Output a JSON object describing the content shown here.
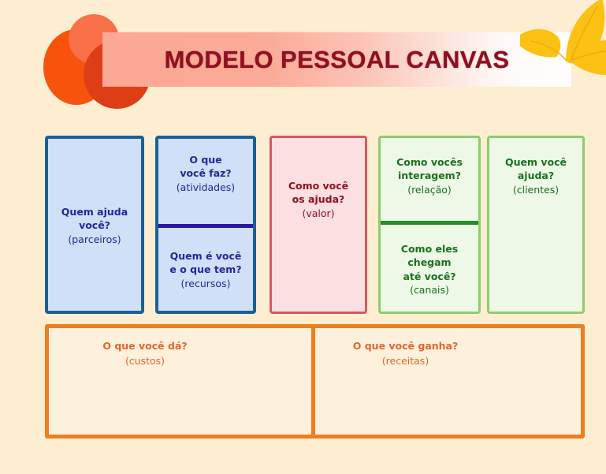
{
  "page": {
    "background_color": "#fdeed2",
    "title": "MODELO PESSOAL CANVAS",
    "title_color": "#8f1020"
  },
  "decor": {
    "circles": [
      {
        "name": "circle-orange-left",
        "color": "#f8530d"
      },
      {
        "name": "circle-salmon-top",
        "color": "#fa7049"
      },
      {
        "name": "circle-red-bottom",
        "color": "#de3e16"
      }
    ],
    "leaf_color": "#fbc113",
    "band_gradient_start": "#fba894",
    "band_gradient_end": "#fffdfc"
  },
  "canvas": {
    "blocks": [
      {
        "id": "parceiros",
        "question": "Quem ajuda",
        "question2": "você?",
        "keyword": "(parceiros)",
        "text_color": "#27249e",
        "fill": "#cfe0f8",
        "border": "#1c5f97"
      },
      {
        "id": "atividades",
        "question": "O que",
        "question2": "você faz?",
        "keyword": "(atividades)",
        "text_color": "#27249e",
        "fill": "#cfe0f8",
        "border": "#1c5f97"
      },
      {
        "id": "recursos",
        "question": "Quem é você",
        "question2": "e o que tem?",
        "keyword": "(recursos)",
        "text_color": "#27249e",
        "fill": "#cfe0f8",
        "border": "#1c5f97"
      },
      {
        "id": "valor",
        "question": "Como você",
        "question2": "os ajuda?",
        "keyword": "(valor)",
        "text_color": "#8f1020",
        "fill": "#fcdfe1",
        "border": "#d9575e"
      },
      {
        "id": "relacao",
        "question": "Como vocês",
        "question2": "interagem?",
        "keyword": "(relação)",
        "text_color": "#18711f",
        "fill": "#eef8e6",
        "border": "#8fcb6e"
      },
      {
        "id": "canais",
        "question": "Como eles",
        "question2": "chegam",
        "question3": "até você?",
        "keyword": "(canais)",
        "text_color": "#18711f",
        "fill": "#eef8e6",
        "border": "#8fcb6e"
      },
      {
        "id": "clientes",
        "question": "Quem você",
        "question2": "ajuda?",
        "keyword": "(clientes)",
        "text_color": "#18711f",
        "fill": "#eef8e6",
        "border": "#8fcb6e"
      }
    ],
    "bottom": {
      "border": "#f07e1b",
      "fill": "#fdf1de",
      "text_color": "#e2662b",
      "left": {
        "question": "O que você dá?",
        "keyword": "(custos)"
      },
      "right": {
        "question": "O que você ganha?",
        "keyword": "(receitas)"
      }
    }
  }
}
